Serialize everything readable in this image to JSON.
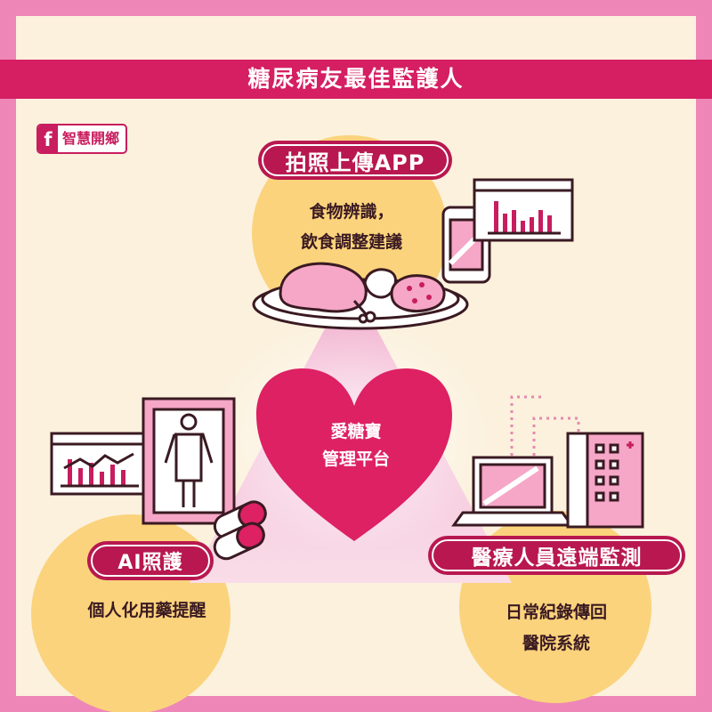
{
  "title": "糖尿病友最佳監護人",
  "brand": {
    "icon_letter": "f",
    "icon": "facebook-icon",
    "text": "智慧開鄉"
  },
  "center": {
    "line1": "愛糖寶",
    "line2": "管理平台"
  },
  "top": {
    "label": "拍照上傳APP",
    "line1": "食物辨識，",
    "line2": "飲食調整建議"
  },
  "left": {
    "label": "AI照護",
    "line1": "個人化用藥提醒"
  },
  "right": {
    "label": "醫療人員遠端監測",
    "line1": "日常紀錄傳回",
    "line2": "醫院系統"
  },
  "colors": {
    "accent": "#d51f62",
    "background": "#fbf1dd",
    "border": "#ee87b8",
    "circle": "#fbd37c",
    "heart": "#dd2163",
    "pill": "#b8184f"
  }
}
